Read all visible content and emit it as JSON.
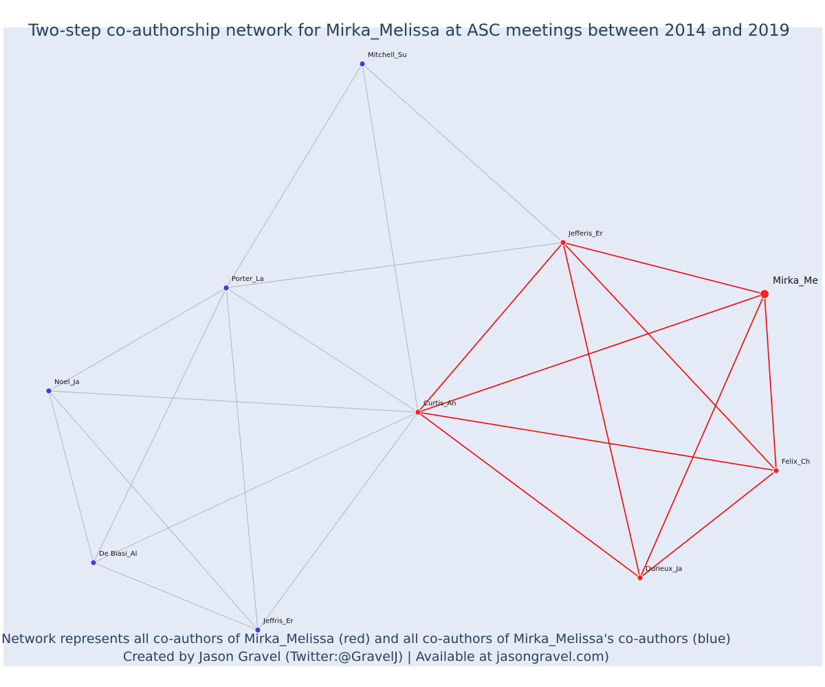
{
  "title": "Two-step co-authorship network for Mirka_Melissa at ASC meetings between 2014 and 2019",
  "caption": {
    "line1": "Network represents all co-authors of Mirka_Melissa (red) and all co-authors of Mirka_Melissa's co-authors (blue)",
    "line2": "Created by Jason Gravel (Twitter:@GravelJ) | Available at jasongravel.com)"
  },
  "colors": {
    "background": "#e5ebf6",
    "direct": "#ff2020",
    "second": "#3b3fe0",
    "gray_edge": "#a9adbd",
    "red_edge": "#ff0000"
  },
  "nodes": [
    {
      "id": "Mitchell_Su",
      "group": "second",
      "size": "small"
    },
    {
      "id": "Jefferis_Er",
      "group": "direct",
      "size": "small"
    },
    {
      "id": "Mirka_Me",
      "group": "direct",
      "size": "large"
    },
    {
      "id": "Porter_La",
      "group": "second",
      "size": "small"
    },
    {
      "id": "Noel_Ja",
      "group": "second",
      "size": "small"
    },
    {
      "id": "Curtis_An",
      "group": "direct",
      "size": "small"
    },
    {
      "id": "Felix_Ch",
      "group": "direct",
      "size": "small"
    },
    {
      "id": "De Biasi_Al",
      "group": "second",
      "size": "small"
    },
    {
      "id": "Durieux_Ja",
      "group": "direct",
      "size": "small"
    },
    {
      "id": "Jeffris_Er",
      "group": "second",
      "size": "small"
    }
  ],
  "edges": [
    {
      "source": "Mitchell_Su",
      "target": "Porter_La",
      "type": "gray"
    },
    {
      "source": "Mitchell_Su",
      "target": "Curtis_An",
      "type": "gray"
    },
    {
      "source": "Mitchell_Su",
      "target": "Jefferis_Er",
      "type": "gray"
    },
    {
      "source": "Porter_La",
      "target": "Jefferis_Er",
      "type": "gray"
    },
    {
      "source": "Porter_La",
      "target": "Noel_Ja",
      "type": "gray"
    },
    {
      "source": "Porter_La",
      "target": "Curtis_An",
      "type": "gray"
    },
    {
      "source": "Porter_La",
      "target": "De Biasi_Al",
      "type": "gray"
    },
    {
      "source": "Porter_La",
      "target": "Jeffris_Er",
      "type": "gray"
    },
    {
      "source": "Noel_Ja",
      "target": "Curtis_An",
      "type": "gray"
    },
    {
      "source": "Noel_Ja",
      "target": "De Biasi_Al",
      "type": "gray"
    },
    {
      "source": "Noel_Ja",
      "target": "Jeffris_Er",
      "type": "gray"
    },
    {
      "source": "De Biasi_Al",
      "target": "Curtis_An",
      "type": "gray"
    },
    {
      "source": "De Biasi_Al",
      "target": "Jeffris_Er",
      "type": "gray"
    },
    {
      "source": "Jeffris_Er",
      "target": "Curtis_An",
      "type": "gray"
    },
    {
      "source": "Jefferis_Er",
      "target": "Mirka_Me",
      "type": "red"
    },
    {
      "source": "Jefferis_Er",
      "target": "Curtis_An",
      "type": "red"
    },
    {
      "source": "Jefferis_Er",
      "target": "Durieux_Ja",
      "type": "red"
    },
    {
      "source": "Jefferis_Er",
      "target": "Felix_Ch",
      "type": "red"
    },
    {
      "source": "Mirka_Me",
      "target": "Curtis_An",
      "type": "red"
    },
    {
      "source": "Mirka_Me",
      "target": "Durieux_Ja",
      "type": "red"
    },
    {
      "source": "Mirka_Me",
      "target": "Felix_Ch",
      "type": "red"
    },
    {
      "source": "Curtis_An",
      "target": "Felix_Ch",
      "type": "red"
    },
    {
      "source": "Curtis_An",
      "target": "Durieux_Ja",
      "type": "red"
    },
    {
      "source": "Felix_Ch",
      "target": "Durieux_Ja",
      "type": "red"
    }
  ]
}
